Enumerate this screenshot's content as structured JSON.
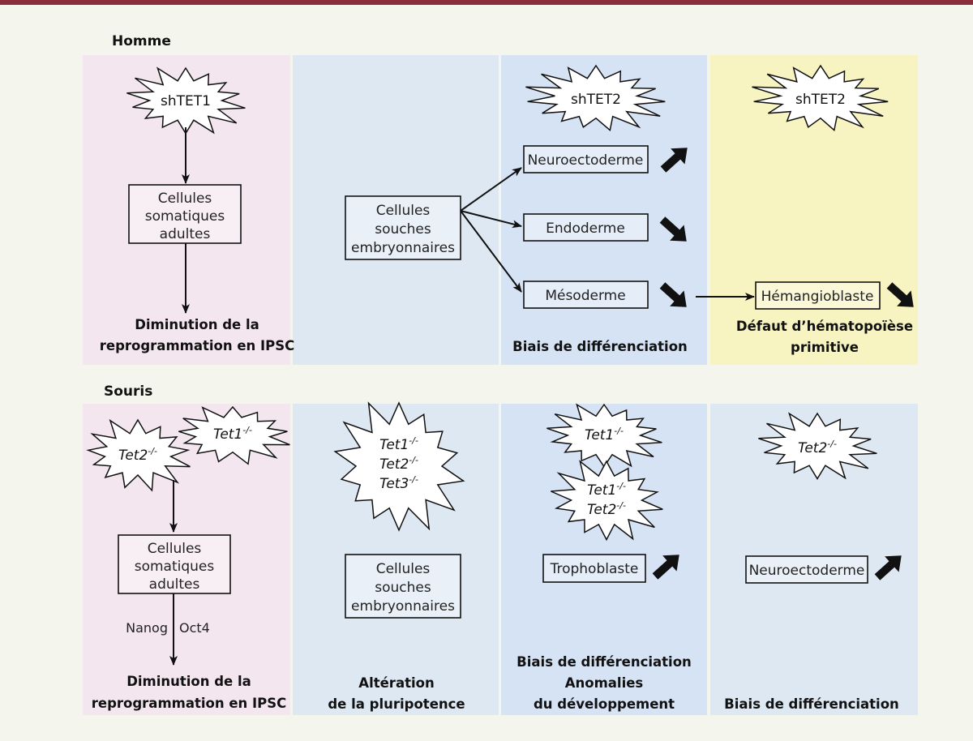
{
  "colors": {
    "pink_panel": "#f4e6ef",
    "blue_panel": "#dde8f3",
    "blue_panel_mid": "#d6e3f4",
    "yellow_panel": "#f7f4c2",
    "background": "#f4f5ec",
    "top_bar": "#8b2e3c"
  },
  "human": {
    "label": "Homme",
    "col1": {
      "star": "shTET1",
      "box": [
        "Cellules",
        "somatiques",
        "adultes"
      ],
      "caption": [
        "Diminution de la",
        "reprogrammation en IPSC"
      ]
    },
    "col2": {
      "box": [
        "Cellules",
        "souches",
        "embryonnaires"
      ]
    },
    "col3": {
      "star": "shTET2",
      "targets": [
        {
          "name": "Neuroectoderme",
          "trend": "up"
        },
        {
          "name": "Endoderme",
          "trend": "down"
        },
        {
          "name": "Mésoderme",
          "trend": "down"
        }
      ],
      "caption": [
        "Biais de différenciation"
      ]
    },
    "col4": {
      "star": "shTET2",
      "box": "Hémangioblaste",
      "trend": "down",
      "caption": [
        "Défaut d’hématopoïèse",
        "primitive"
      ]
    }
  },
  "mouse": {
    "label": "Souris",
    "col1": {
      "stars": [
        {
          "gene": "Tet2",
          "sup": "-/-"
        },
        {
          "gene": "Tet1",
          "sup": "-/-"
        }
      ],
      "box": [
        "Cellules",
        "somatiques",
        "adultes"
      ],
      "arrow_labels": [
        "Nanog",
        "Oct4"
      ],
      "caption": [
        "Diminution de la",
        "reprogrammation en IPSC"
      ]
    },
    "col2": {
      "star": [
        {
          "gene": "Tet1",
          "sup": "-/-"
        },
        {
          "gene": "Tet2",
          "sup": "-/-"
        },
        {
          "gene": "Tet3",
          "sup": "-/-"
        }
      ],
      "box": [
        "Cellules",
        "souches",
        "embryonnaires"
      ],
      "caption": [
        "Altération",
        "de la pluripotence"
      ]
    },
    "col3": {
      "star_a": [
        {
          "gene": "Tet1",
          "sup": "-/-"
        }
      ],
      "star_b": [
        {
          "gene": "Tet1",
          "sup": "-/-"
        },
        {
          "gene": "Tet2",
          "sup": "-/-"
        }
      ],
      "box": "Trophoblaste",
      "trend": "up",
      "caption": [
        "Biais de différenciation",
        "Anomalies",
        "du développement"
      ]
    },
    "col4": {
      "star": [
        {
          "gene": "Tet2",
          "sup": "-/-"
        }
      ],
      "box": "Neuroectoderme",
      "trend": "up",
      "caption": [
        "Biais de différenciation"
      ]
    }
  }
}
